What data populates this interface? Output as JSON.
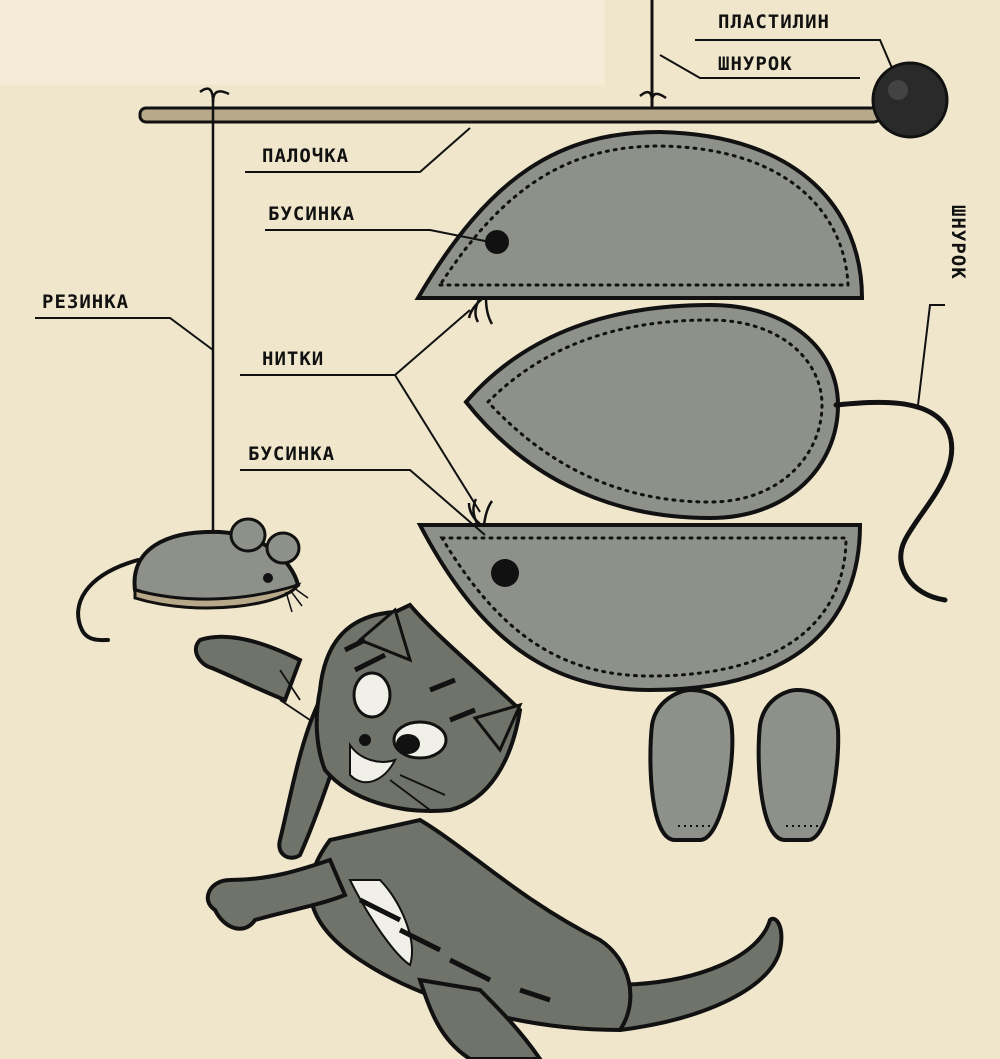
{
  "labels": {
    "plasticine": "ПЛАСТИЛИН",
    "cord_top": "ШНУРОК",
    "stick": "ПАЛОЧКА",
    "bead_top": "БУСИНКА",
    "elastic": "РЕЗИНКА",
    "threads": "НИТКИ",
    "bead_bottom": "БУСИНКА",
    "cord_tail": "ШНУРОК"
  },
  "colors": {
    "paper": "#efe6cc",
    "felt": "#8d9189",
    "ink": "#111111",
    "panel": "#f3ead3",
    "cat_fur": "#6f7369"
  }
}
